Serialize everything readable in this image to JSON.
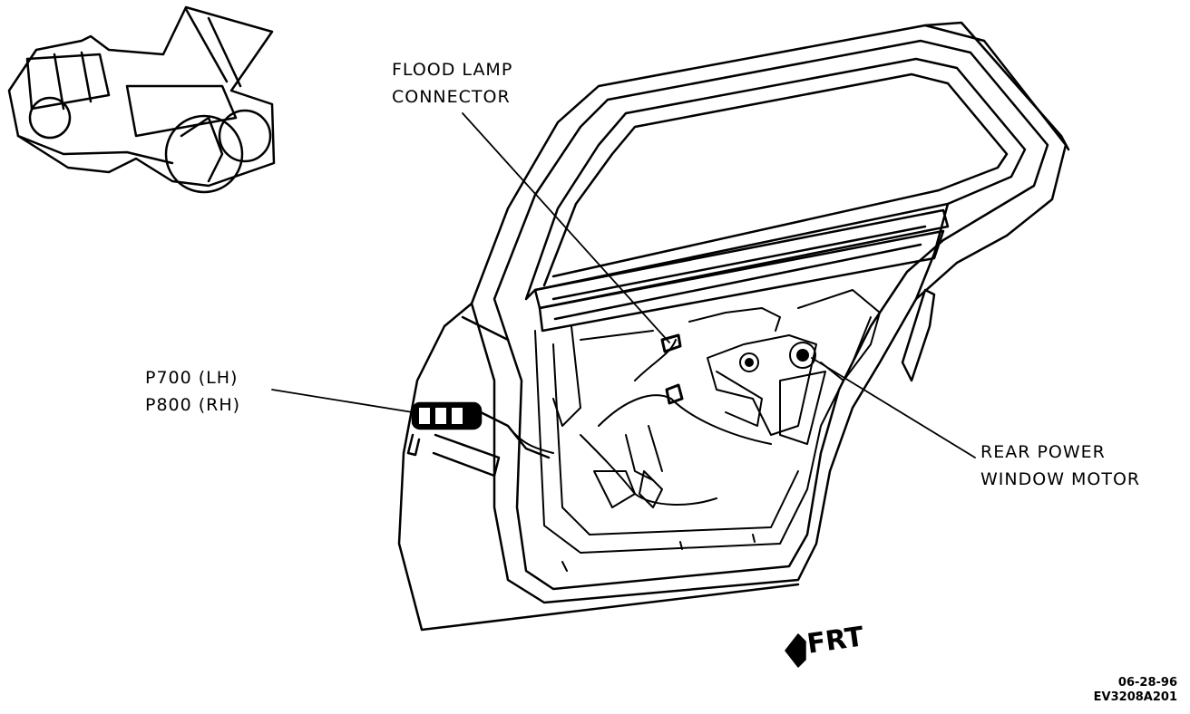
{
  "labels": {
    "flood_lamp_connector": [
      "FLOOD LAMP",
      "CONNECTOR"
    ],
    "connector_ids": [
      "P700 (LH)",
      "P800 (RH)"
    ],
    "rear_power_window_motor": [
      "REAR POWER",
      "WINDOW MOTOR"
    ]
  },
  "orientation": {
    "direction_text": "FRT"
  },
  "stamp": {
    "date": "06-28-96",
    "code": "EV3208A201"
  },
  "icons": {
    "locator": "vehicle-locator-icon",
    "front_arrow": "front-arrow-icon"
  },
  "colors": {
    "line": "#000000",
    "background": "#ffffff"
  }
}
